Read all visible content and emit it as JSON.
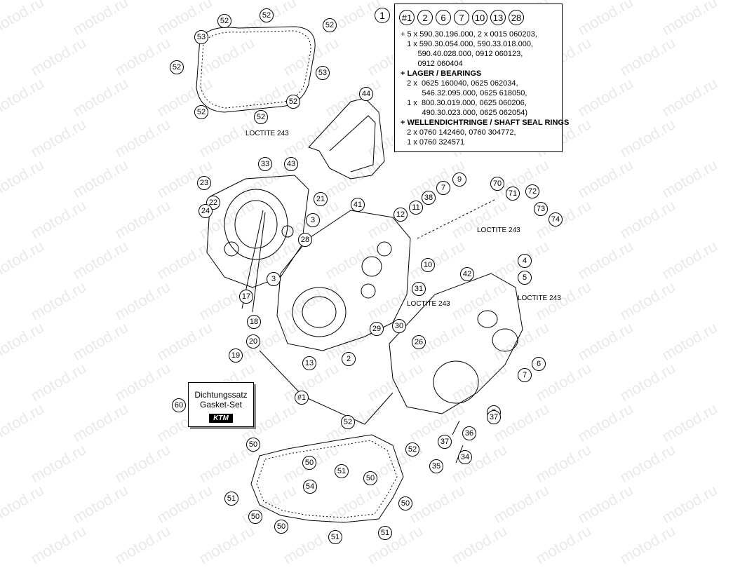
{
  "watermark": "motod.ru",
  "legend": {
    "callout": "1",
    "header_circles": [
      "#1",
      "2",
      "6",
      "7",
      "10",
      "13",
      "28"
    ],
    "lines": [
      {
        "text": "+ 5 x 590.30.196.000, 2 x 0015 060203,",
        "bold": false
      },
      {
        "text": "   1 x 590.30.054.000, 590.33.018.000,",
        "bold": false
      },
      {
        "text": "        590.40.028.000, 0912 060123,",
        "bold": false
      },
      {
        "text": "        0912 060404",
        "bold": false
      },
      {
        "text": "+ LAGER / BEARINGS",
        "bold": true
      },
      {
        "text": "   2 x  0625 160040, 0625 062034,",
        "bold": false
      },
      {
        "text": "          546.32.095.000, 0625 618050,",
        "bold": false
      },
      {
        "text": "   1 x  800.30.019.000, 0625 060206,",
        "bold": false
      },
      {
        "text": "          490.30.023.000, 0625 062054)",
        "bold": false
      },
      {
        "text": "+ WELLENDICHTRINGE / SHAFT SEAL RINGS",
        "bold": true
      },
      {
        "text": "   2 x 0760 142460, 0760 304772,",
        "bold": false
      },
      {
        "text": "   1 x 0760 324571",
        "bold": false
      }
    ]
  },
  "gasket_set": {
    "line1": "Dichtungssatz",
    "line2": "Gasket-Set",
    "logo": "KTM"
  },
  "notes": [
    "LOCTITE 243",
    "LOCTITE 243",
    "LOCTITE 243",
    "LOCTITE 243"
  ],
  "callouts": [
    "52",
    "52",
    "52",
    "53",
    "52",
    "53",
    "52",
    "52",
    "52",
    "44",
    "33",
    "43",
    "23",
    "22",
    "21",
    "24",
    "3",
    "41",
    "28",
    "12",
    "11",
    "38",
    "7",
    "9",
    "70",
    "71",
    "72",
    "73",
    "74",
    "4",
    "5",
    "10",
    "42",
    "3",
    "31",
    "17",
    "29",
    "30",
    "18",
    "26",
    "20",
    "19",
    "13",
    "2",
    "7",
    "6",
    "#1",
    "60",
    "3",
    "52",
    "37",
    "36",
    "52",
    "37",
    "34",
    "50",
    "50",
    "51",
    "35",
    "50",
    "54",
    "51",
    "50",
    "50",
    "50",
    "51",
    "51"
  ]
}
